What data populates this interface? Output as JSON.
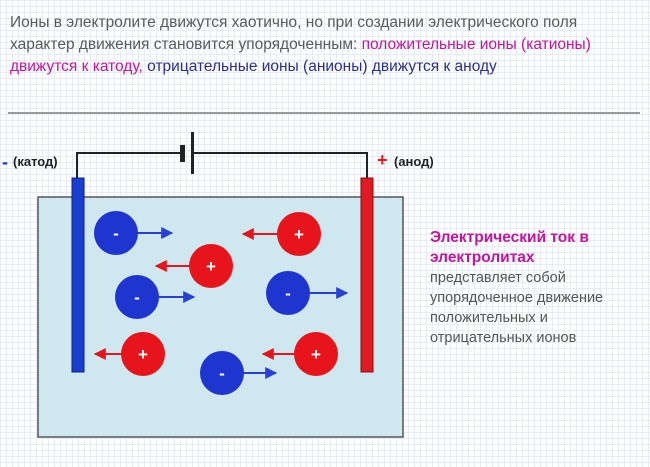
{
  "header": {
    "line1": "Ионы в электролите движутся хаотично, но при создании электрического поля характер движения становится упорядоченным:",
    "cations_text": "положительные ионы (катионы) движутся к катоду,",
    "anions_text": "отрицательные ионы (анионы) движутся к аноду"
  },
  "diagram": {
    "cathode_sign": "-",
    "cathode_label": "(катод)",
    "anode_sign": "+",
    "anode_label": "(анод)",
    "negative_sign": "-",
    "positive_sign": "+"
  },
  "side_text": {
    "title": "Электрический ток в электролитах",
    "body": "представляет собой упорядоченное движение положительных и отрицательных ионов"
  },
  "colors": {
    "cation": "#e8141b",
    "anion": "#1e35d0",
    "cathode": "#1a3fcf",
    "anode": "#e01b22",
    "electrolyte": "#cfe8f0"
  }
}
